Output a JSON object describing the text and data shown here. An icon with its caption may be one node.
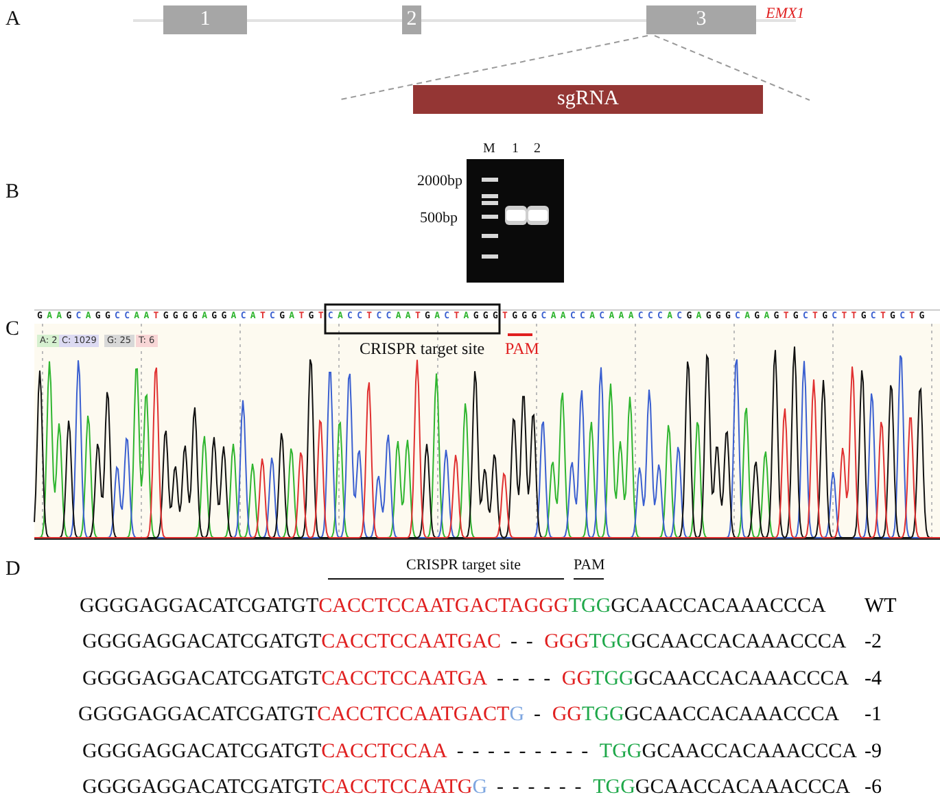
{
  "diagram": {
    "nodes": [
      {
        "text": [
          "1"
        ]
      },
      {
        "text": [
          "2"
        ]
      },
      {
        "text": [
          "3"
        ],
        "beside": [
          "EMX1"
        ]
      },
      {
        "text": [
          "sgRNA"
        ]
      }
    ],
    "labels": [
      "A",
      "B",
      "M",
      "1",
      "2",
      "2000bp",
      "500bp",
      "C",
      "GAAGCAGGCCAATGGGGAGGACATCGATGTCACCTCCAATGACTAGGGTGGGCAACCACAAACCCACGAGGGCAGAGTGCTGCTTGCTGCTG",
      "A: 2",
      "C: 1029",
      "G: 25",
      "T: 6",
      "CRISPR target site",
      "PAM",
      "D",
      "CRISPR target site",
      "PAM",
      "GGGGAGGACATCGATGT",
      "CACCTCCAATGACTAGGG",
      "TGG",
      "GCAACCACAAACCCA",
      "WT",
      "GGGGAGGACATCGATGT",
      "CACCTCCAATGAC",
      "- -",
      "GGG",
      "TGG",
      "GCAACCACAAACCCA",
      "-2",
      "GGGGAGGACATCGATGT",
      "CACCTCCAATGA",
      "- - - -",
      "GG",
      "TGG",
      "GCAACCACAAACCCA",
      "-4",
      "GGGGAGGACATCGATGT",
      "CACCTCCAATGACT",
      "G",
      "-",
      "GG",
      "TGG",
      "GCAACCACAAACCCA",
      "-1",
      "GGGGAGGACATCGATGT",
      "CACCTCCAA",
      "- - - - - - - - -",
      "TGG",
      "GCAACCACAAACCCA",
      "-9",
      "GGGGAGGACATCGATGT",
      "CACCTCCAATG",
      "G",
      "- - - - - -",
      "TGG",
      "GCAACCACAAACCCA",
      "-6"
    ]
  }
}
